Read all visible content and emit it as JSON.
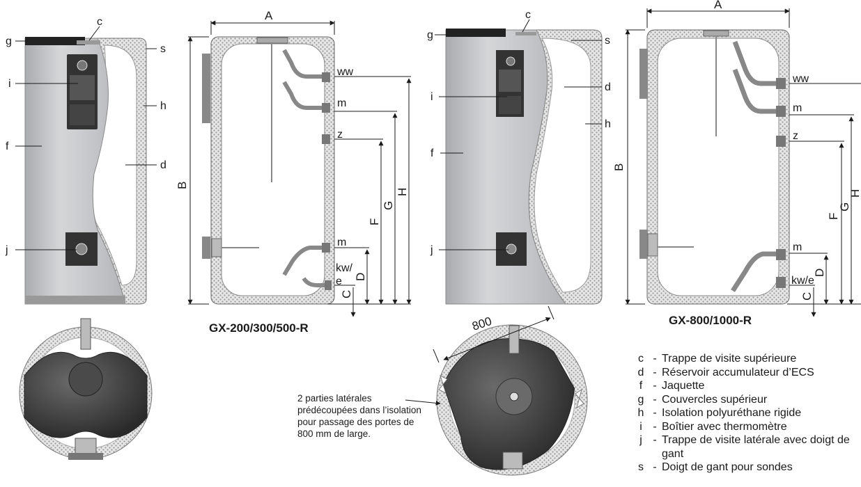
{
  "labels": {
    "c": "c",
    "d": "d",
    "f": "f",
    "g": "g",
    "h": "h",
    "i": "i",
    "j": "j",
    "s": "s",
    "ww": "ww",
    "m": "m",
    "z": "z",
    "kw": "kw/",
    "e": "e",
    "kw_e": "kw/e"
  },
  "dimensions": {
    "A": "A",
    "B": "B",
    "C": "C",
    "D": "D",
    "F": "F",
    "G": "G",
    "H": "H",
    "width_800": "800"
  },
  "models": {
    "small": "GX-200/300/500-R",
    "large": "GX-800/1000-R"
  },
  "note": "2 parties latérales prédécoupées dans l’isolation pour passage des portes de 800 mm de large.",
  "legend": [
    {
      "key": "c",
      "text": "Trappe de visite supérieure"
    },
    {
      "key": "d",
      "text": "Réservoir accumulateur d’ECS"
    },
    {
      "key": "f",
      "text": "Jaquette"
    },
    {
      "key": "g",
      "text": "Couvercles supérieur"
    },
    {
      "key": "h",
      "text": "Isolation polyuréthane rigide"
    },
    {
      "key": "i",
      "text": "Boîtier avec thermomètre"
    },
    {
      "key": "j",
      "text": "Trappe de visite latérale avec doigt de gant"
    },
    {
      "key": "s",
      "text": "Doigt de gant pour sondes"
    }
  ],
  "colors": {
    "jacket": "#c9cbce",
    "tank": "#ffffff",
    "insulation": "#dcdcdc",
    "dark": "#3a3a3a",
    "line": "#1a1a1a"
  }
}
